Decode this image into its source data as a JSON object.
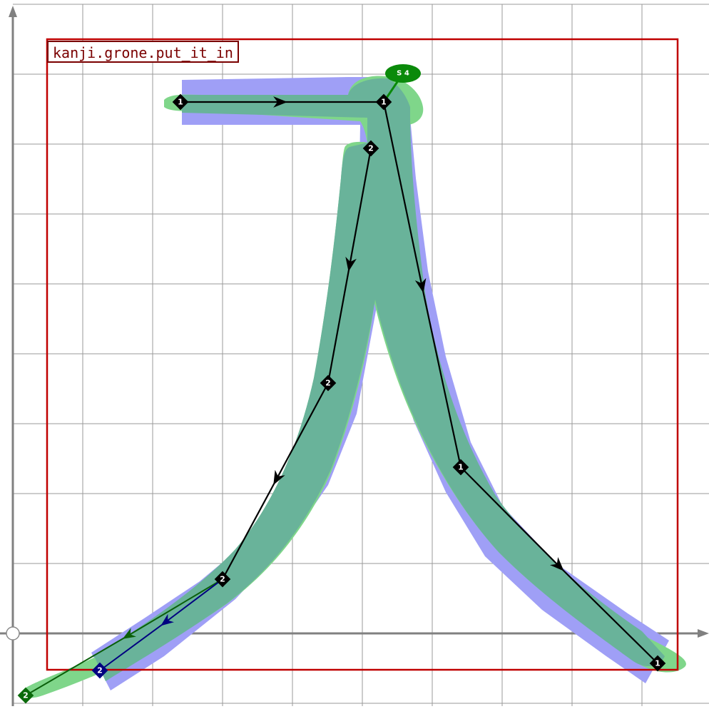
{
  "glyph": {
    "name": "kanji.grone.put_it_in",
    "stroke_badge": "S 4",
    "colors": {
      "grid": "#9a9a9a",
      "axis": "#808080",
      "frame": "#c00000",
      "title": "#7a0000",
      "fill_blue": "#9f9ff6",
      "fill_green": "#7fd68a",
      "fill_overlap": "#69b39a",
      "path": "#000000",
      "badge": "#0a8a0a",
      "handle_blue": "#000080",
      "handle_green": "#0a5f0a"
    }
  },
  "control_points": [
    {
      "id": "p1-start",
      "label": "1"
    },
    {
      "id": "p1-corner",
      "label": "1"
    },
    {
      "id": "p1-mid",
      "label": "1"
    },
    {
      "id": "p1-end",
      "label": "1"
    },
    {
      "id": "p2-start",
      "label": "2"
    },
    {
      "id": "p2-mid",
      "label": "2"
    },
    {
      "id": "p2-lower",
      "label": "2"
    },
    {
      "id": "p2-end-blue",
      "label": "2"
    },
    {
      "id": "p2-end-green",
      "label": "2"
    }
  ]
}
